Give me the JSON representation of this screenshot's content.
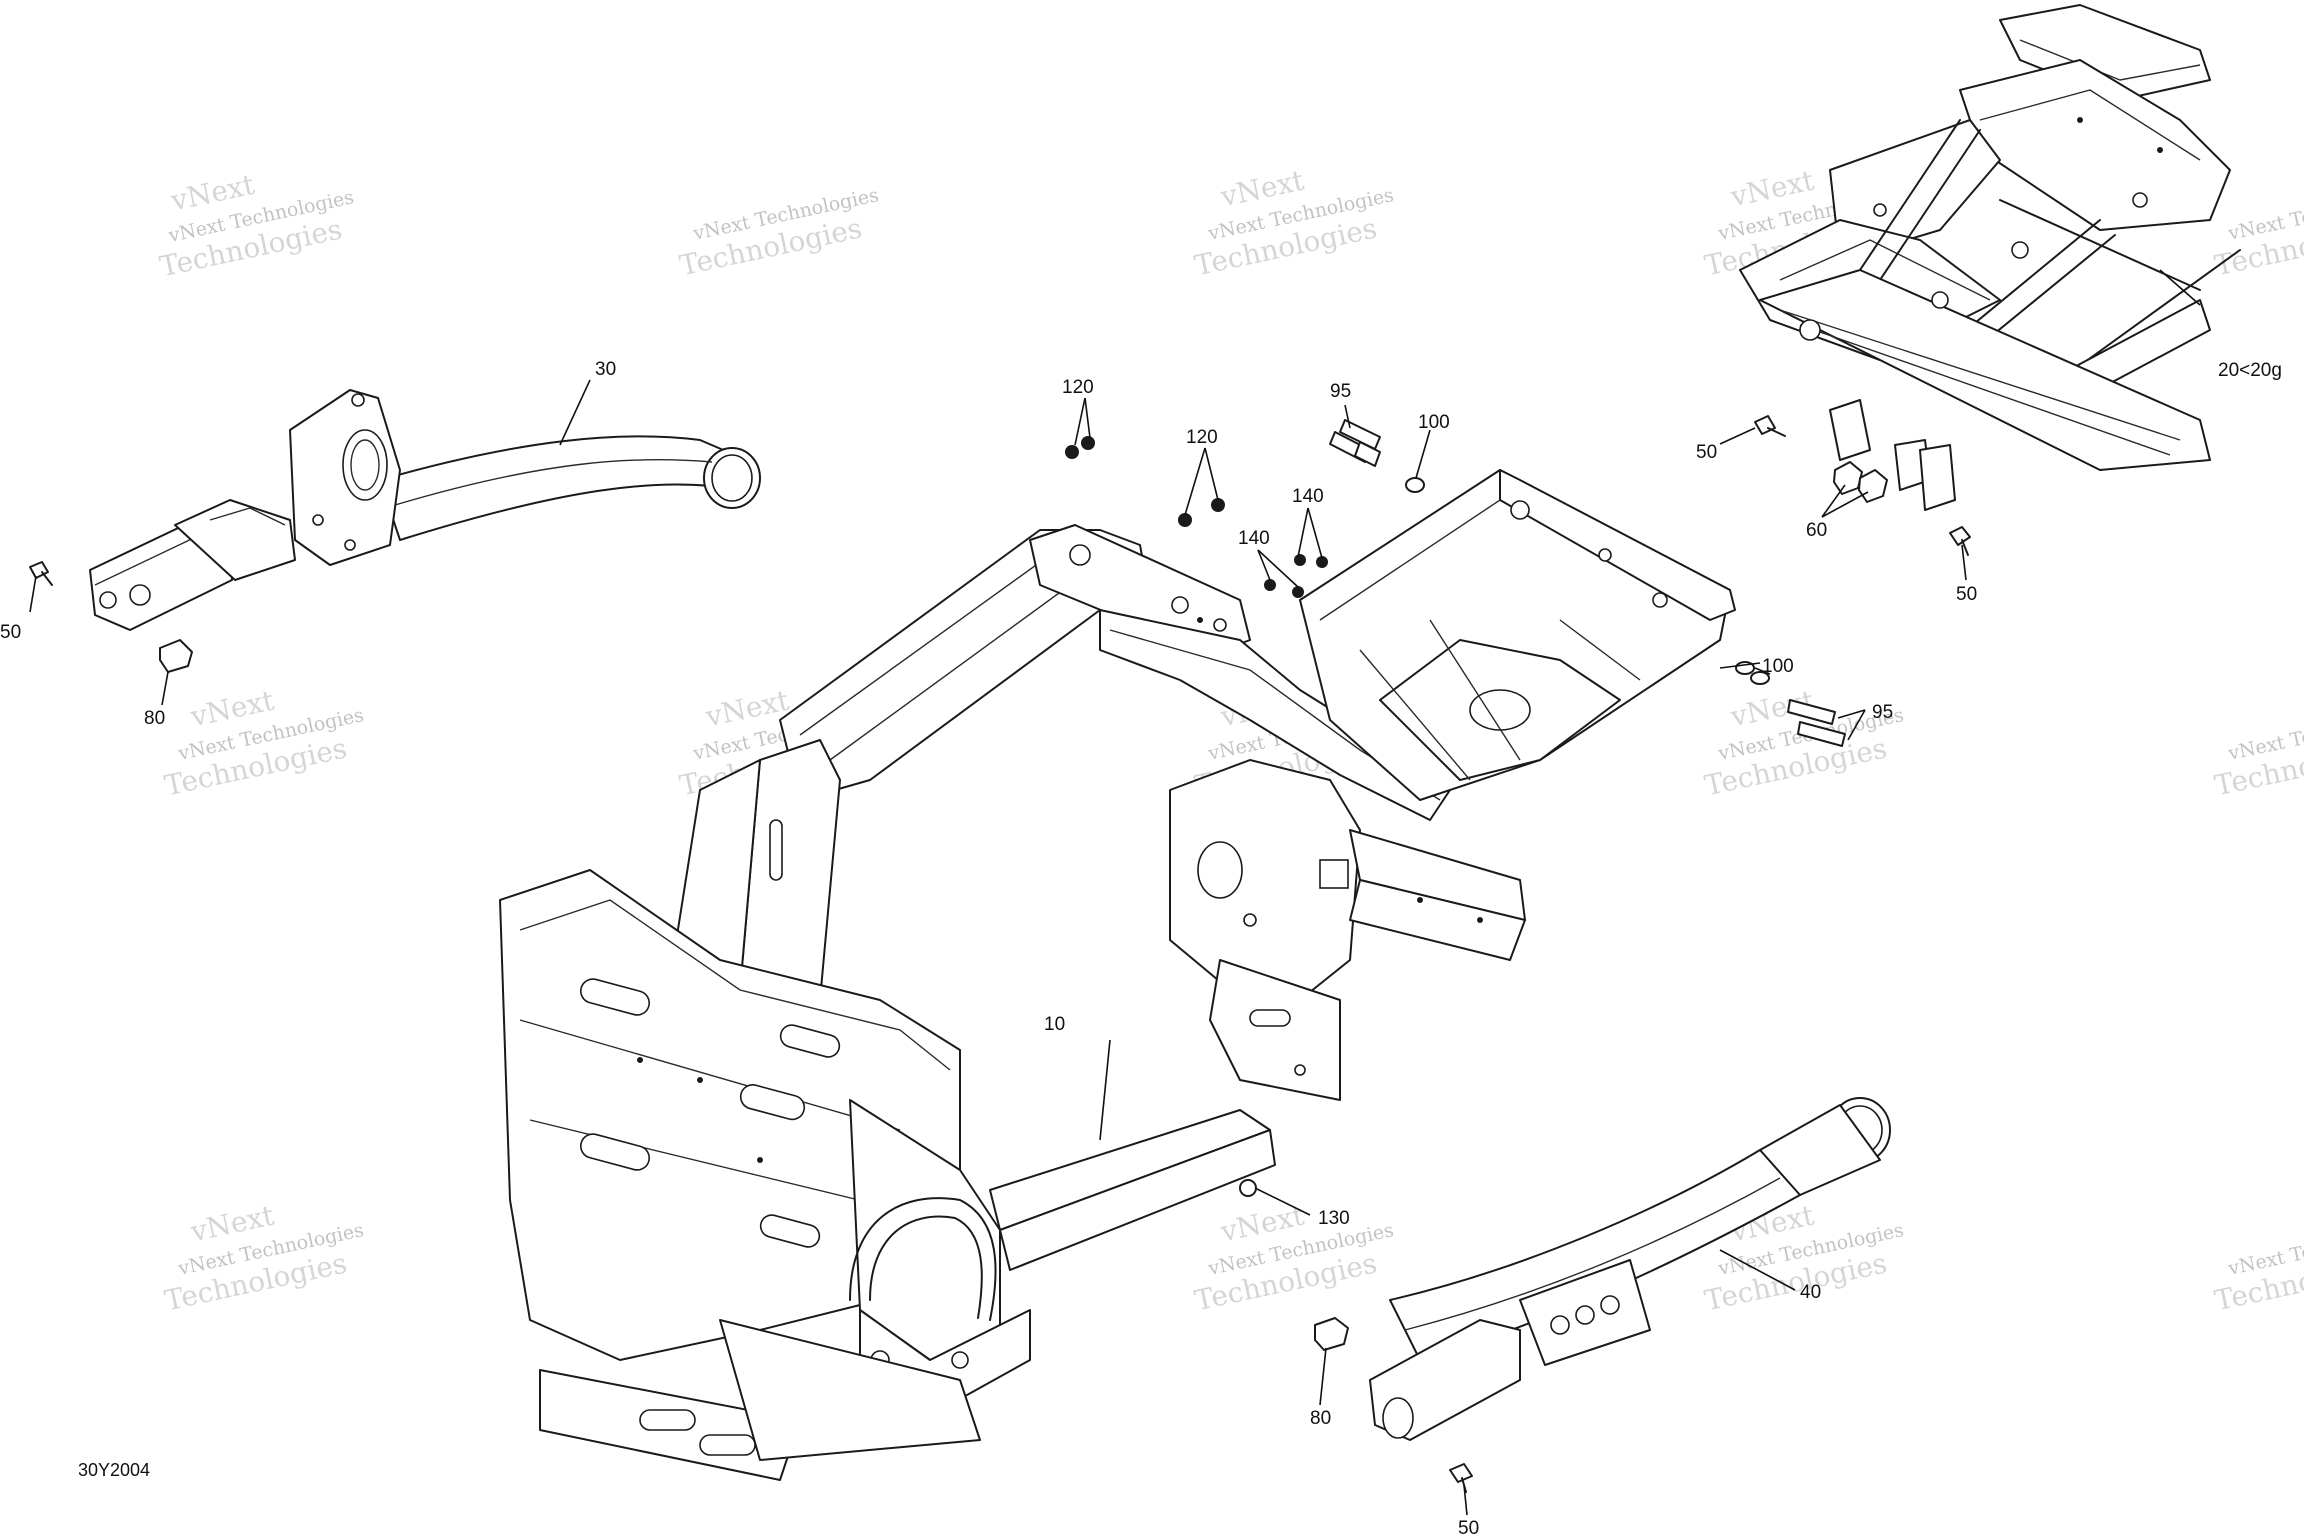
{
  "diagram": {
    "code": "30Y2004",
    "watermark": {
      "line1": "vNext Technologies",
      "line2": "Technologies",
      "line3": "vNext"
    },
    "callouts": {
      "c10": "10",
      "c20": "20<20g",
      "c30": "30",
      "c40": "40",
      "c50a": "50",
      "c50b": "50",
      "c50c": "50",
      "c50d": "50",
      "c60": "60",
      "c80a": "80",
      "c80b": "80",
      "c95a": "95",
      "c95b": "95",
      "c100a": "100",
      "c100b": "100",
      "c120a": "120",
      "c120b": "120",
      "c130": "130",
      "c140a": "140",
      "c140b": "140"
    }
  }
}
